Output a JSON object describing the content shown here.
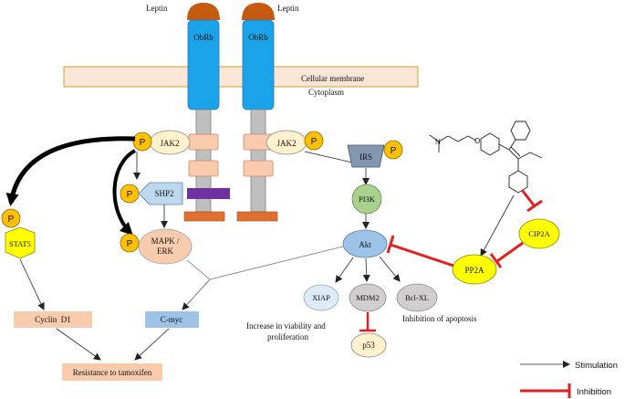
{
  "receptor": {
    "ligand_left": "Leptin",
    "ligand_right": "Leptin",
    "obrb_left": "ObRb",
    "obrb_right": "ObRb",
    "membrane": "Cellular membrane",
    "cytoplasm": "Cytoplasm"
  },
  "kinases": {
    "jak2_left": "JAK2",
    "jak2_right": "JAK2",
    "shp2": "SHP2",
    "stat5": "STAT5",
    "mapk_line1": "MAPK /",
    "mapk_line2": "ERK",
    "phospho": "P"
  },
  "pathway": {
    "irs": "IRS",
    "pi3k": "PI3K",
    "akt": "Akt",
    "xiap": "XIAP",
    "mdm2": "MDM2",
    "bclxl": "Bcl-XL",
    "p53": "p53",
    "pp2a": "PP2A",
    "cip2a": "CIP2A"
  },
  "outcomes": {
    "cyclin_d1": "Cyclin  D1",
    "c_myc": "C-myc",
    "resistance": "Resistance to tamoxifen",
    "viability_line1": "Increase in viability and",
    "viability_line2": "proliferation",
    "apoptosis": "Inhibition of apoptosis"
  },
  "legend": {
    "stimulation": "Stimulation",
    "inhibition": "Inhibition"
  },
  "colors": {
    "leptin": "#C55A11",
    "obrb": "#1AA3E8",
    "membrane": "#FBE5D6",
    "jak2": "#FFF2CC",
    "phospho": "#FFC000",
    "stat5": "#FFFF00",
    "shp2": "#BDD7EE",
    "purple_bar": "#7030A0",
    "mapk": "#F8CBAD",
    "orange_base": "#E07030",
    "irs": "#8497B0",
    "pi3k": "#A9D18E",
    "akt": "#9DC3E6",
    "xiap": "#DEEBF7",
    "grey_node": "#D0CECE",
    "p53": "#FFF2CC",
    "inhibition": "#E32020"
  }
}
